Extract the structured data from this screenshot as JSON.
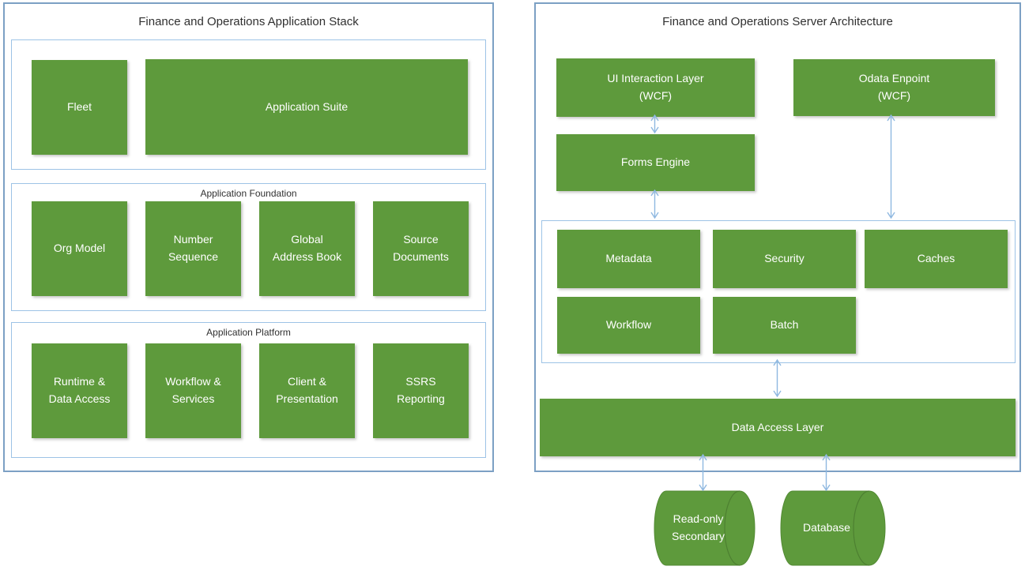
{
  "colors": {
    "box_green": "#5E9A3C",
    "panel_border": "#7CA0C4",
    "container_border": "#9DC3E6",
    "arrow_blue": "#8FB8E0",
    "text_dark": "#303030",
    "box_text": "#FFFFFF"
  },
  "left_panel": {
    "title": "Finance and Operations Application Stack",
    "suite_row": {
      "fleet_label": "Fleet",
      "application_suite_label": "Application Suite"
    },
    "foundation": {
      "label": "Application Foundation",
      "items": [
        {
          "label": "Org Model"
        },
        {
          "label": "Number\nSequence"
        },
        {
          "label": "Global\nAddress Book"
        },
        {
          "label": "Source\nDocuments"
        }
      ]
    },
    "platform": {
      "label": "Application Platform",
      "items": [
        {
          "label": "Runtime &\nData Access"
        },
        {
          "label": "Workflow &\nServices"
        },
        {
          "label": "Client &\nPresentation"
        },
        {
          "label": "SSRS\nReporting"
        }
      ]
    }
  },
  "right_panel": {
    "title": "Finance and Operations Server Architecture",
    "ui_interaction_layer_label": "UI Interaction Layer\n(WCF)",
    "odata_endpoint_label": "Odata Enpoint\n(WCF)",
    "forms_engine_label": "Forms Engine",
    "services": {
      "items": [
        {
          "label": "Metadata"
        },
        {
          "label": "Security"
        },
        {
          "label": "Caches"
        },
        {
          "label": "Workflow"
        },
        {
          "label": "Batch"
        }
      ]
    },
    "data_access_layer_label": "Data Access Layer",
    "databases": [
      {
        "label": "Read-only\nSecondary"
      },
      {
        "label": "Database"
      }
    ]
  }
}
